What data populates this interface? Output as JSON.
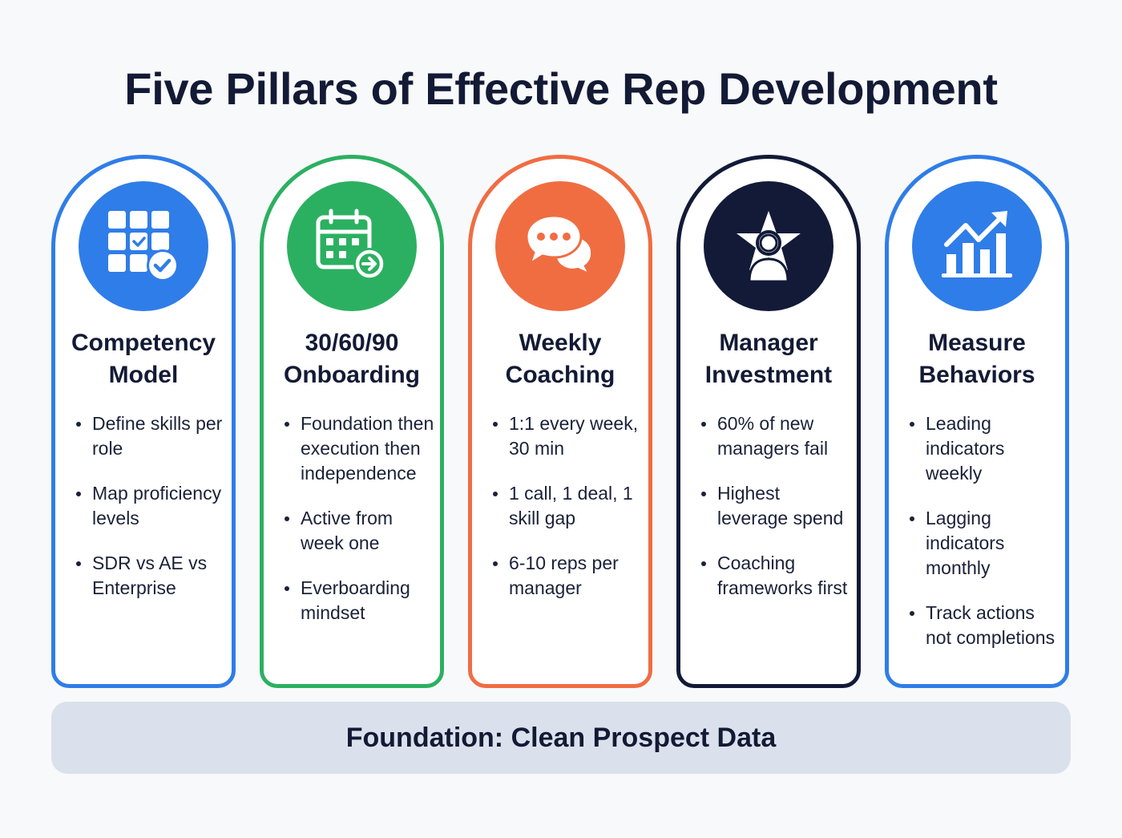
{
  "title": "Five Pillars of Effective Rep Development",
  "pillars": [
    {
      "heading_line1": "Competency",
      "heading_line2": "Model",
      "icon": "grid-checklist-icon",
      "color": "#2f7de8",
      "bullets": [
        "Define skills per role",
        "Map proficiency levels",
        "SDR vs AE vs Enterprise"
      ]
    },
    {
      "heading_line1": "30/60/90",
      "heading_line2": "Onboarding",
      "icon": "calendar-arrow-icon",
      "color": "#2bb061",
      "bullets": [
        "Foundation then execution then independence",
        "Active from week one",
        "Everboarding mindset"
      ]
    },
    {
      "heading_line1": "Weekly",
      "heading_line2": "Coaching",
      "icon": "chat-bubbles-icon",
      "color": "#f06d42",
      "bullets": [
        "1:1 every week, 30 min",
        "1 call, 1 deal, 1 skill gap",
        "6-10 reps per manager"
      ]
    },
    {
      "heading_line1": "Manager",
      "heading_line2": "Investment",
      "icon": "star-person-icon",
      "color": "#121a38",
      "bullets": [
        "60% of new managers fail",
        "Highest leverage spend",
        "Coaching frameworks first"
      ]
    },
    {
      "heading_line1": "Measure",
      "heading_line2": "Behaviors",
      "icon": "growth-chart-icon",
      "color": "#2f7de8",
      "bullets": [
        "Leading indicators weekly",
        "Lagging indicators monthly",
        "Track actions not completions"
      ]
    }
  ],
  "foundation": {
    "label": "Foundation: Clean Prospect Data",
    "background": "#dbe1ec"
  }
}
